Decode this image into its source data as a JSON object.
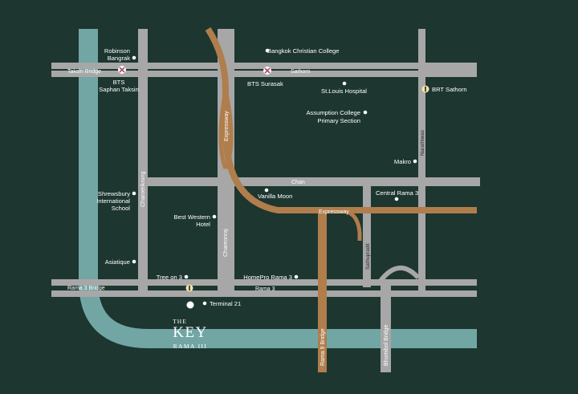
{
  "places": [
    {
      "id": "robinson-bangrak",
      "label": "Robinson",
      "label2": "Bangrak"
    },
    {
      "id": "bangkok-christian-college",
      "label": "Bangkok Christian College"
    },
    {
      "id": "bts-saphan-taksin",
      "label": "BTS",
      "label2": "Saphan Taksin"
    },
    {
      "id": "bts-surasak",
      "label": "BTS Surasak"
    },
    {
      "id": "st-louis-hospital",
      "label": "St.Louis Hospital"
    },
    {
      "id": "assumption-college",
      "label": "Assumption College",
      "label2": "Primary Section"
    },
    {
      "id": "brt-sathorn",
      "label": "BRT Sathorn"
    },
    {
      "id": "makro",
      "label": "Makro"
    },
    {
      "id": "shrewsbury",
      "label": "Shrewsbury",
      "label2": "International",
      "label3": "School"
    },
    {
      "id": "vanilla-moon",
      "label": "Vanilla Moon"
    },
    {
      "id": "central-rama-3",
      "label": "Central Rama 3"
    },
    {
      "id": "best-western",
      "label": "Best Western",
      "label2": "Hotel"
    },
    {
      "id": "asiatique",
      "label": "Asiatique"
    },
    {
      "id": "tree-on-3",
      "label": "Tree on 3"
    },
    {
      "id": "homepro-rama-3",
      "label": "HomePro Rama 3"
    },
    {
      "id": "terminal-21",
      "label": "Terminal 21"
    }
  ],
  "roads": {
    "taksin_bridge": "Taksin Bridge",
    "sathorn": "Sathorn",
    "chan": "Chan",
    "expressway_vertical": "Expressway",
    "expressway_horizontal": "Expressway",
    "charoenkrung": "Charoenkrung",
    "chareonraj": "Chareonraj",
    "sathupradit": "Sathupradit",
    "narathiwas": "Narathiwas",
    "rama3_bridge": "Rama 3 Bridge",
    "rama3": "Rama 3",
    "rama9_bridge": "Rama 9 Bridge",
    "bhumibol_bridge": "Bhumibol Bridge"
  },
  "logo": {
    "the": "THE",
    "key": "KEY",
    "sub": "RAMA III"
  },
  "colors": {
    "background": "#1d3630",
    "road": "#a7a7a7",
    "river": "#72a6a4",
    "expressway": "#b07d4c",
    "label": "#ffffff"
  },
  "icons": {
    "bts": "bts-station-icon",
    "brt": "brt-station-icon",
    "poi": "poi-dot-icon",
    "project": "project-location-icon"
  }
}
